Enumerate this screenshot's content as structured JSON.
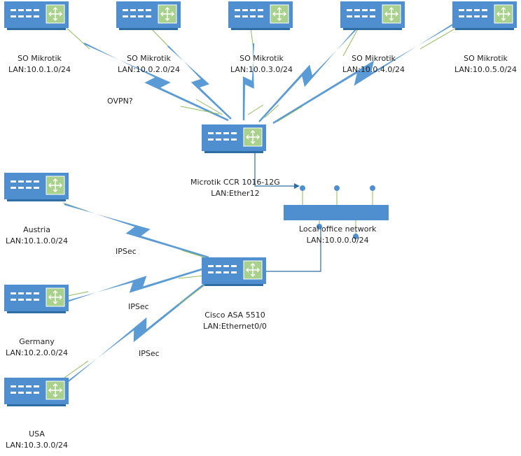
{
  "mikrotik_branches": [
    {
      "name": "SO Mikrotik",
      "lan": "LAN:10.0.1.0/24"
    },
    {
      "name": "SO Mikrotik",
      "lan": "LAN:10.0.2.0/24"
    },
    {
      "name": "SO Mikrotik",
      "lan": "LAN:10.0.3.0/24"
    },
    {
      "name": "SO Mikrotik",
      "lan": "LAN:10.0.4.0/24"
    },
    {
      "name": "SO Mikrotik",
      "lan": "LAN:10.0.5.0/24"
    }
  ],
  "ovpn_label": "OVPN?",
  "core_router": {
    "name": "Microtik CCR 1016-12G",
    "lan": "LAN:Ether12"
  },
  "local_network": {
    "name": "Local office network",
    "lan": "LAN:10.0.0.0/24"
  },
  "firewall": {
    "name": "Cisco ASA 5510",
    "lan": "LAN:Ethernet0/0"
  },
  "ipsec_branches": [
    {
      "name": "Austria",
      "lan": "LAN:10.1.0.0/24",
      "link": "IPSec"
    },
    {
      "name": "Germany",
      "lan": "LAN:10.2.0.0/24",
      "link": "IPSec"
    },
    {
      "name": "USA",
      "lan": "LAN:10.3.0.0/24",
      "link": "IPSec"
    }
  ],
  "colors": {
    "device": "#4f8fcf",
    "device_dark": "#2e6da4",
    "port": "#ffffff",
    "module": "#a9d18e",
    "link": "#5b9bd5",
    "cable": "#8fbc5a"
  }
}
